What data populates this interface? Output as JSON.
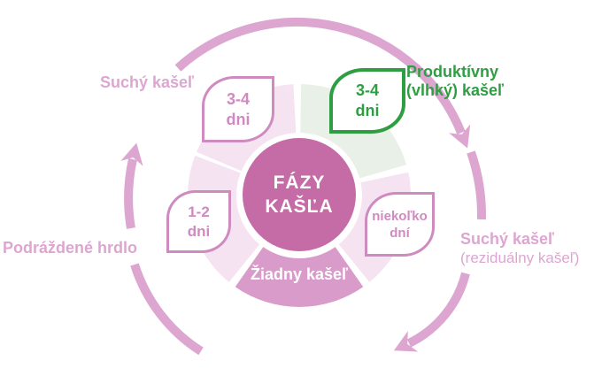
{
  "title": {
    "line1": "FÁZY",
    "line2": "KAŠĽA"
  },
  "phases": {
    "dry_cough": {
      "label": "Suchý kašeľ",
      "duration_line1": "3-4",
      "duration_line2": "dni"
    },
    "productive_cough": {
      "label_line1": "Produktívny",
      "label_line2": "(vlhký) kašeľ",
      "duration_line1": "3-4",
      "duration_line2": "dni"
    },
    "residual_cough": {
      "label_line1": "Suchý kašeľ",
      "label_line2": "(reziduálny kašeľ)",
      "duration_line1": "niekoľko",
      "duration_line2": "dní"
    },
    "no_cough": {
      "label": "Žiadny kašeľ"
    },
    "irritated_throat": {
      "label": "Podráždené hrdlo",
      "duration_line1": "1-2",
      "duration_line2": "dni"
    }
  },
  "colors": {
    "center_pink": "#c56ba6",
    "wedge_pink": "#d99bc9",
    "pale_pink": "#f6e3f1",
    "pale_green": "#e9f0e7",
    "green": "#2f9e43",
    "leaf_pink": "#cf8abf",
    "label_arrow_pink": "#dda6d1"
  }
}
